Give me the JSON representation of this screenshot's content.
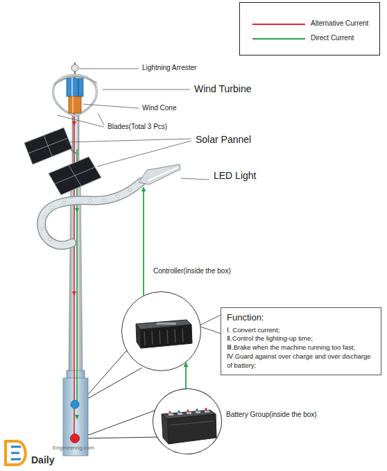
{
  "diagram": {
    "nodes": [
      {
        "text": [
          "LED Light"
        ]
      },
      {
        "text": [
          "Controller(inside the box)"
        ]
      },
      {
        "text": [
          "Function:",
          "Ⅰ. Convert current;",
          "Ⅱ.Control the lighting-up time;",
          "Ⅲ.Brake when the machine running too fast;",
          "Ⅳ.Guard against over charge and over discharge of battery;"
        ]
      },
      {
        "text": [
          "Battery Group(inside the box)"
        ]
      }
    ],
    "edges": [
      {
        "from": 3,
        "to": 1,
        "arrow": "to"
      },
      {
        "from": 1,
        "to": 0,
        "arrow": "to"
      }
    ],
    "labels": [
      "Lightning Arrester",
      "Wind Turbine",
      "Wind Cone",
      "Blades(Total 3 Pcs)",
      "Solar Pannel",
      "Daily",
      "Engineering.com"
    ],
    "legend": [
      {
        "text": "Alternative Current"
      },
      {
        "text": "Direct Current"
      }
    ]
  }
}
